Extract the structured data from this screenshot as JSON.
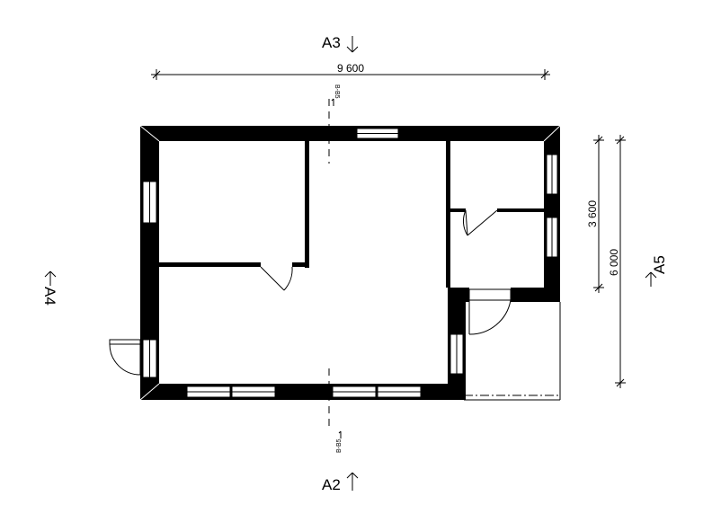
{
  "section_markers": {
    "top": "A3",
    "bottom": "A2",
    "left": "A4",
    "right": "A5"
  },
  "dimensions": {
    "overall_width": "9 600",
    "upper_right_height": "3 600",
    "overall_height": "6 000"
  },
  "section_line_labels": {
    "top": "B-B5",
    "bottom": "B-B5"
  }
}
